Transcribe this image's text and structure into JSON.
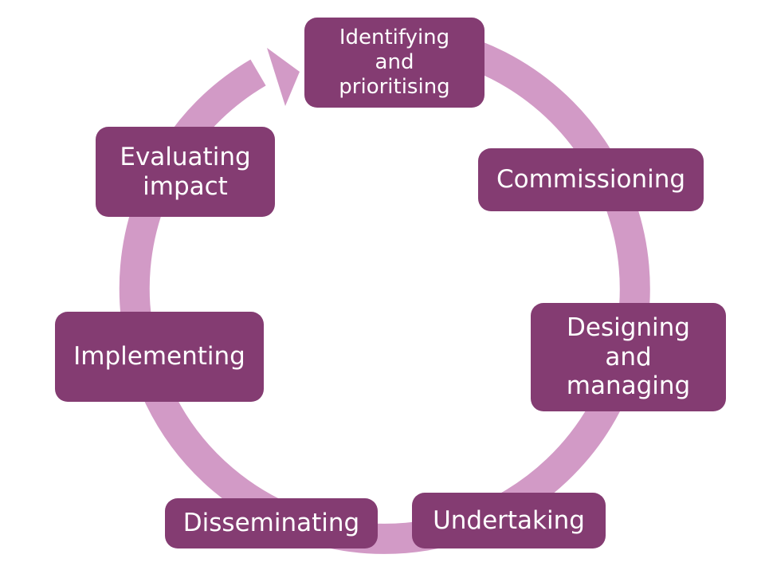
{
  "colors": {
    "box": "#843c72",
    "ring": "#d29ac6",
    "text": "#ffffff"
  },
  "diagram": {
    "type": "cycle",
    "direction": "clockwise",
    "stages": [
      {
        "id": "identifying",
        "lines": [
          "Identifying",
          "and",
          "prioritising"
        ]
      },
      {
        "id": "commissioning",
        "lines": [
          "Commissioning"
        ]
      },
      {
        "id": "designing",
        "lines": [
          "Designing",
          "and",
          "managing"
        ]
      },
      {
        "id": "undertaking",
        "lines": [
          "Undertaking"
        ]
      },
      {
        "id": "disseminating",
        "lines": [
          "Disseminating"
        ]
      },
      {
        "id": "implementing",
        "lines": [
          "Implementing"
        ]
      },
      {
        "id": "evaluating",
        "lines": [
          "Evaluating",
          "impact"
        ]
      }
    ]
  }
}
